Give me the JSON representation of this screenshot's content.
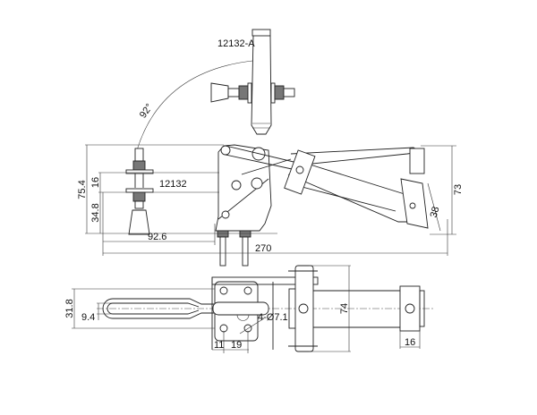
{
  "part_numbers": {
    "main": "12132",
    "variant": "12132-A"
  },
  "side_view": {
    "swing_angle": "92°",
    "dim_overall_height": "75.4",
    "dim_spindle_gap": "16",
    "dim_spindle_height": "34.8",
    "dim_spindle_reach": "92.6",
    "dim_overall_length": "270",
    "dim_handle_height": "73",
    "dim_handle_offset": "38"
  },
  "top_view": {
    "dim_width": "31.8",
    "dim_slot": "9.4",
    "dim_hole_spacing_a": "11",
    "dim_hole_spacing_b": "19",
    "hole_spec": "4-Ø7.1",
    "dim_bracket_height": "74",
    "dim_grip_width": "16"
  }
}
